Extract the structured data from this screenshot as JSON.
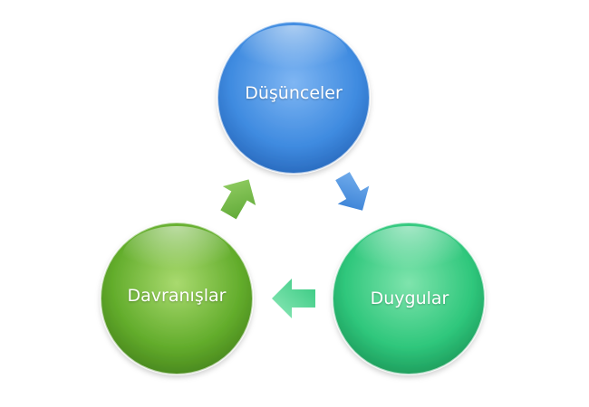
{
  "diagram": {
    "nodes": {
      "thoughts": {
        "label": "Düşünceler",
        "color": "#3f8be0"
      },
      "feelings": {
        "label": "Duygular",
        "color": "#2fc77c"
      },
      "behaviors": {
        "label": "Davranışlar",
        "color": "#63ad2c"
      }
    },
    "arrows": {
      "thoughts_to_feelings": {
        "color": "#3f8be0"
      },
      "feelings_to_behaviors": {
        "color": "#3fd083"
      },
      "behaviors_to_thoughts": {
        "color": "#63b446"
      }
    }
  }
}
